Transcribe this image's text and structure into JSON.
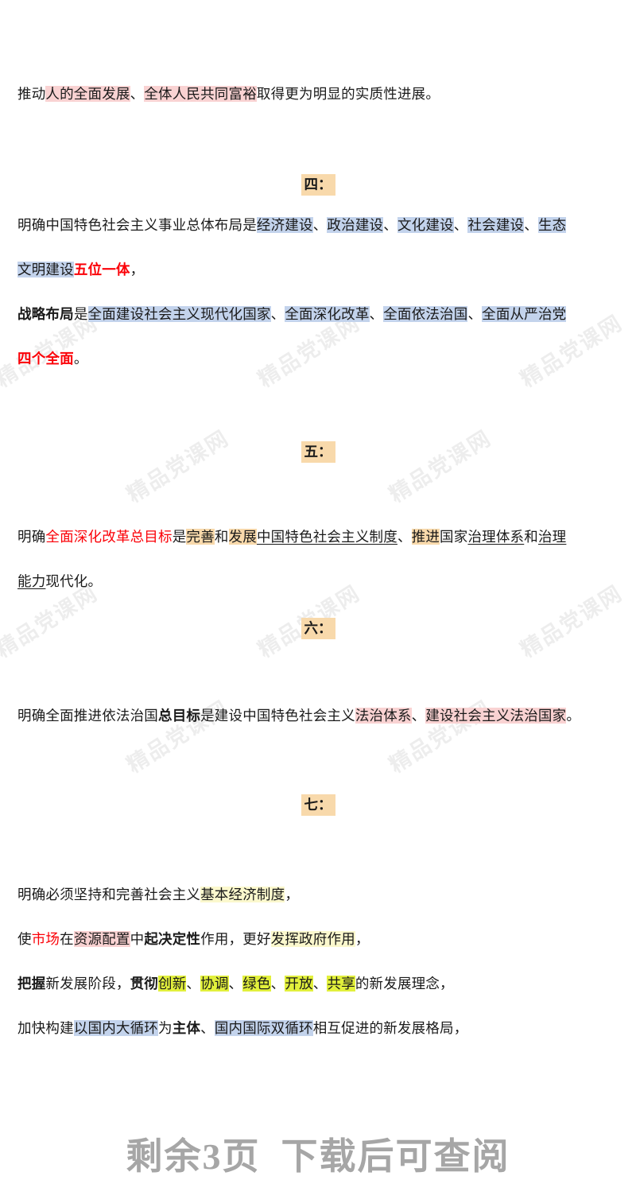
{
  "document": {
    "watermark_text": "精品党课网",
    "colors": {
      "highlight_blue": "#c3d3ec",
      "highlight_pink": "#f9d2d2",
      "highlight_orange": "#f8d9ab",
      "highlight_yellow": "#fbf8cd",
      "highlight_lime": "#e2f03c",
      "red_text": "#fb0007",
      "body_text": "#1a1a1a",
      "footer_text": "#a6a6a6",
      "page_background": "#ffffff"
    }
  },
  "paragraphs": {
    "intro": {
      "seg1": "推动",
      "seg2": "人的全面发展",
      "seg3": "、",
      "seg4": "全体人民共同富裕",
      "seg5": "取得更为明显的实质性进展。"
    }
  },
  "headings": {
    "four": "四：",
    "five": "五：",
    "six": "六：",
    "seven": "七："
  },
  "section_four": {
    "line1": {
      "seg1": "明确中国特色社会主义事业总体布局是",
      "seg2": "经济建设",
      "seg3": "、",
      "seg4": "政治建设",
      "seg5": "、",
      "seg6": "文化建设",
      "seg7": "、",
      "seg8": "社会建设",
      "seg9": "、",
      "seg10": "生态"
    },
    "line2": {
      "seg1": "文明建设",
      "seg2": "五位一体",
      "seg3": "，"
    },
    "line3": {
      "seg1": "战略布局",
      "seg2": "是",
      "seg3": "全面建设社会主义现代化国家",
      "seg4": "、",
      "seg5": "全面深化改革",
      "seg6": "、",
      "seg7": "全面依法治国",
      "seg8": "、",
      "seg9": "全面从严治党"
    },
    "line4": {
      "seg1": "四个全面",
      "seg2": "。"
    }
  },
  "section_five": {
    "line1": {
      "seg1": "明确",
      "seg2": "全面深化改革总目标",
      "seg3": "是",
      "seg4": "完善",
      "seg5": "和",
      "seg6": "发展",
      "seg7": "中国特色社会主义制度",
      "seg8": "、",
      "seg9": "推进",
      "seg10": "国家",
      "seg11": "治理体系",
      "seg12": "和",
      "seg13": "治理"
    },
    "line2": {
      "seg1": "能力",
      "seg2": "现代化。"
    }
  },
  "section_six": {
    "line1": {
      "seg1": "明确全面推进依法治国",
      "seg2": "总目标",
      "seg3": "是建设中国特色社会主义",
      "seg4": "法治体系",
      "seg5": "、",
      "seg6": "建设社会主义法治国家",
      "seg7": "。"
    }
  },
  "section_seven": {
    "line1": {
      "seg1": "明确必须坚持和完善社会主义",
      "seg2": "基本经济制度",
      "seg3": "，"
    },
    "line2": {
      "seg1": "使",
      "seg2": "市场",
      "seg3": "在",
      "seg4": "资源配置",
      "seg5": "中",
      "seg6": "起决定性",
      "seg7": "作用，更好",
      "seg8": "发挥政府作用",
      "seg9": "，"
    },
    "line3": {
      "seg1": "把握",
      "seg2": "新发展阶段，",
      "seg3": "贯彻",
      "seg4": "创新",
      "seg5": "、",
      "seg6": "协调",
      "seg7": "、",
      "seg8": "绿色",
      "seg9": "、",
      "seg10": "开放",
      "seg11": "、",
      "seg12": "共享",
      "seg13": "的新发展理念，"
    },
    "line4": {
      "seg1": "加快构建",
      "seg2": "以国内大循环",
      "seg3": "为",
      "seg4": "主体",
      "seg5": "、",
      "seg6": "国内国际双循环",
      "seg7": "相互促进的新发展格局，"
    }
  },
  "footer": {
    "remaining_pages": "剩余3页",
    "download_hint": "下载后可查阅"
  }
}
